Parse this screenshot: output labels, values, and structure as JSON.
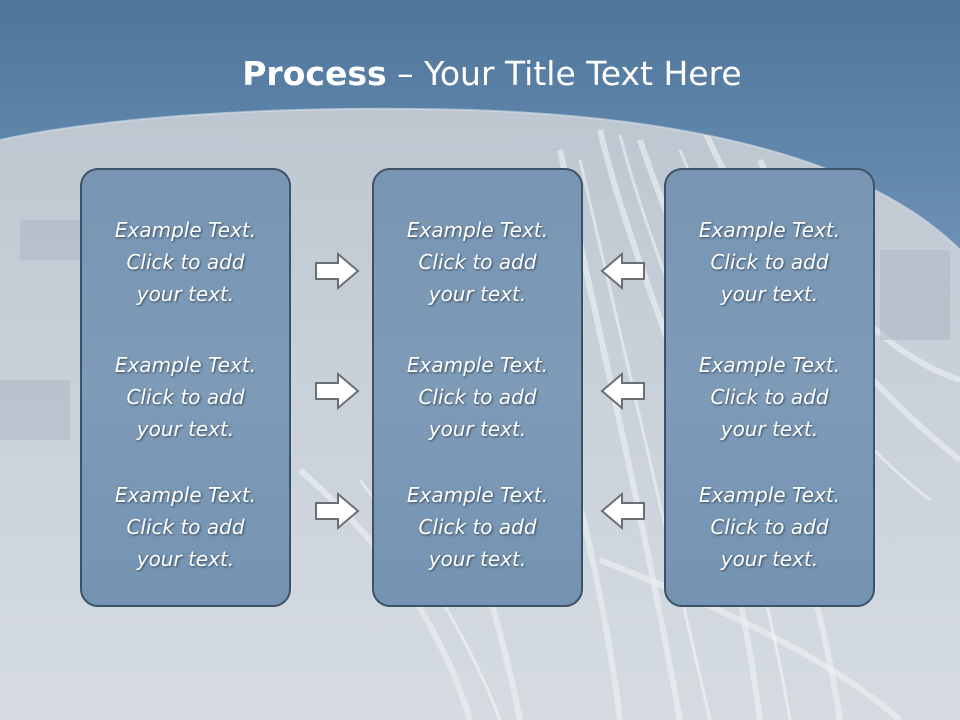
{
  "slide": {
    "title_bold": "Process",
    "title_rest": " – Your Title Text Here"
  },
  "columns": [
    {
      "items": [
        {
          "line1": "Example Text.",
          "line2": "Click  to add",
          "line3": "your text."
        },
        {
          "line1": "Example Text.",
          "line2": "Click  to add",
          "line3": "your text."
        },
        {
          "line1": "Example Text.",
          "line2": "Click  to add",
          "line3": "your text."
        }
      ]
    },
    {
      "items": [
        {
          "line1": "Example Text.",
          "line2": "Click  to add",
          "line3": "your text."
        },
        {
          "line1": "Example Text.",
          "line2": "Click  to add",
          "line3": "your text."
        },
        {
          "line1": "Example Text.",
          "line2": "Click  to add",
          "line3": "your text."
        }
      ]
    },
    {
      "items": [
        {
          "line1": "Example Text.",
          "line2": "Click  to add",
          "line3": "your text."
        },
        {
          "line1": "Example Text.",
          "line2": "Click  to add",
          "line3": "your text."
        },
        {
          "line1": "Example Text.",
          "line2": "Click  to add",
          "line3": "your text."
        }
      ]
    }
  ],
  "icons": {
    "left_arrows": "right-arrow-icon",
    "right_arrows": "left-arrow-icon"
  },
  "colors": {
    "header_blue": "#5f86ad",
    "box_fill": "#7b99b6",
    "box_border": "#3b5268",
    "text": "#ffffff"
  }
}
